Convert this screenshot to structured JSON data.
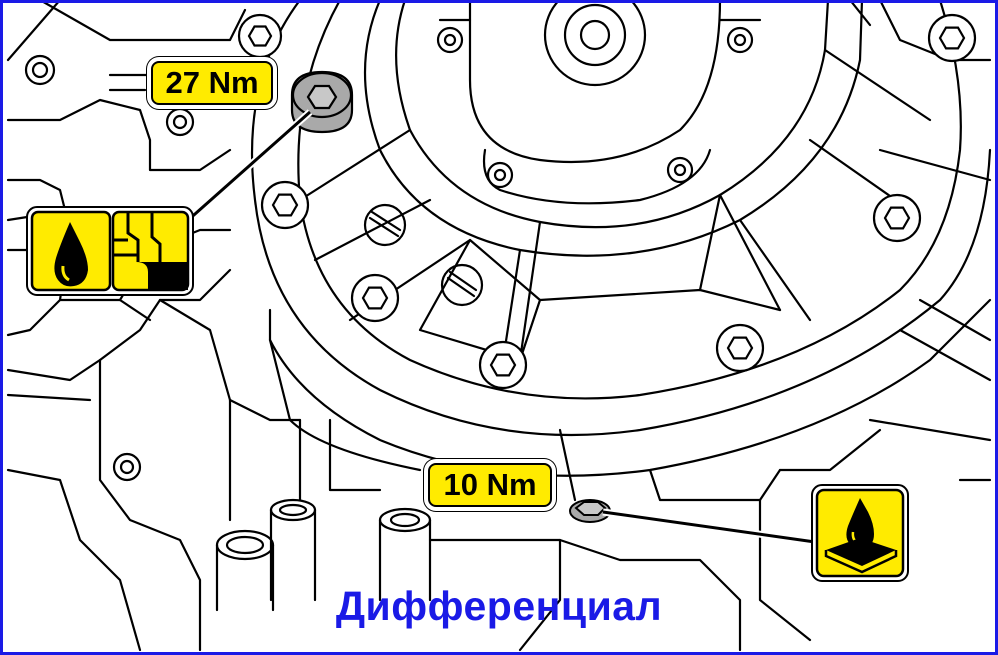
{
  "diagram": {
    "caption": "Дифференциал",
    "torque_labels": {
      "upper_plug": "27 Nm",
      "lower_plug": "10 Nm"
    },
    "icons": {
      "fill_plug": "oil-fill-level-icon",
      "drain_plug": "oil-drain-icon"
    },
    "colors": {
      "label_background": "#ffeb00",
      "caption_text": "#1a1ae6",
      "frame": "#1a1ae6",
      "line_art": "#000000",
      "plug_fill": "#a9a9a9"
    }
  }
}
